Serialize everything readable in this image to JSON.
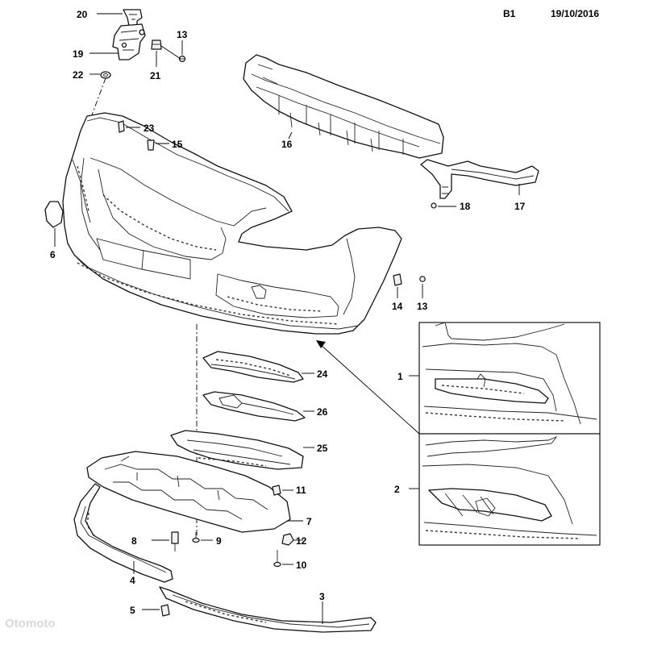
{
  "header": {
    "page_code": "B1",
    "date": "19/10/2016"
  },
  "callouts": {
    "c1": "1",
    "c2": "2",
    "c3": "3",
    "c4": "4",
    "c5": "5",
    "c6": "6",
    "c7": "7",
    "c8": "8",
    "c9": "9",
    "c10": "10",
    "c11": "11",
    "c12": "12",
    "c13a": "13",
    "c13b": "13",
    "c14": "14",
    "c15": "15",
    "c16": "16",
    "c17": "17",
    "c18": "18",
    "c19": "19",
    "c20": "20",
    "c21": "21",
    "c22": "22",
    "c23": "23",
    "c24": "24",
    "c25": "25",
    "c26": "26"
  },
  "watermark_text": "Otomoto"
}
